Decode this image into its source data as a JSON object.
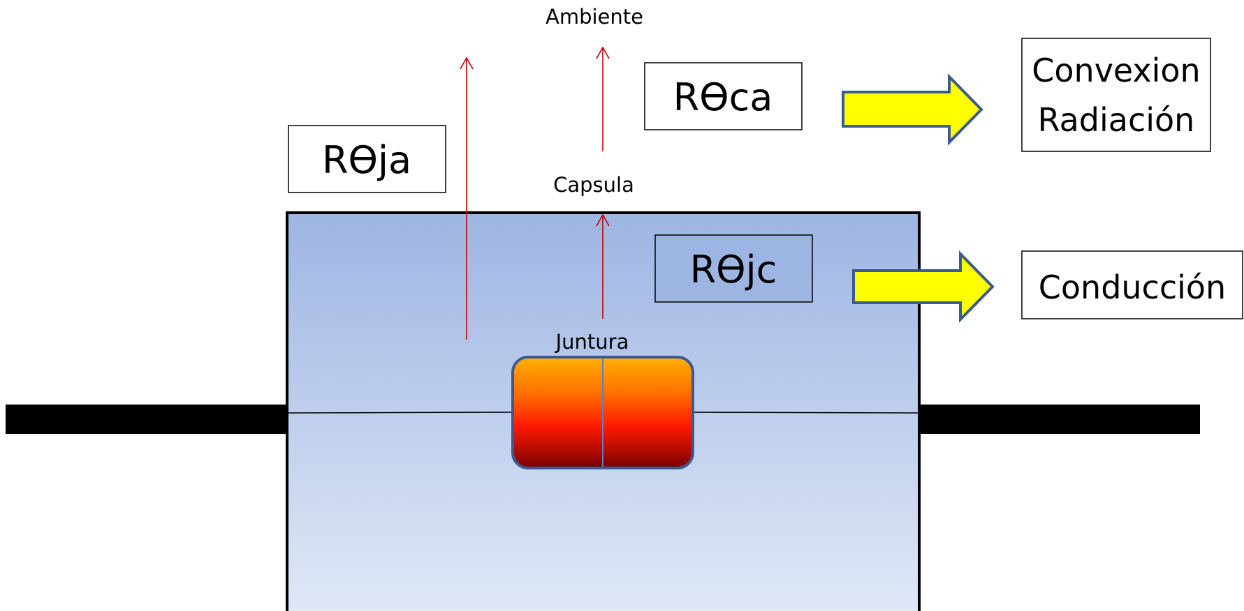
{
  "labels": {
    "ambiente": "Ambiente",
    "capsula": "Capsula",
    "juntura": "Juntura"
  },
  "resistances": {
    "r_ja": "Rϴja",
    "r_ca": "Rϴca",
    "r_jc": "Rϴjc"
  },
  "mechanisms": {
    "convection_line1": "Convexion",
    "convection_line2": "Radiación",
    "conduction": "Conducción"
  },
  "colors": {
    "case_top": "#9db5e3",
    "case_bottom": "#e0e8f6",
    "arrow_line": "#c00000",
    "block_arrow_fill": "#ffff00",
    "block_arrow_stroke": "#3a5a92",
    "chip_top": "#ffb000",
    "chip_mid": "#ff1a00",
    "chip_bottom": "#7a0000",
    "chip_border": "#3a5a92"
  }
}
